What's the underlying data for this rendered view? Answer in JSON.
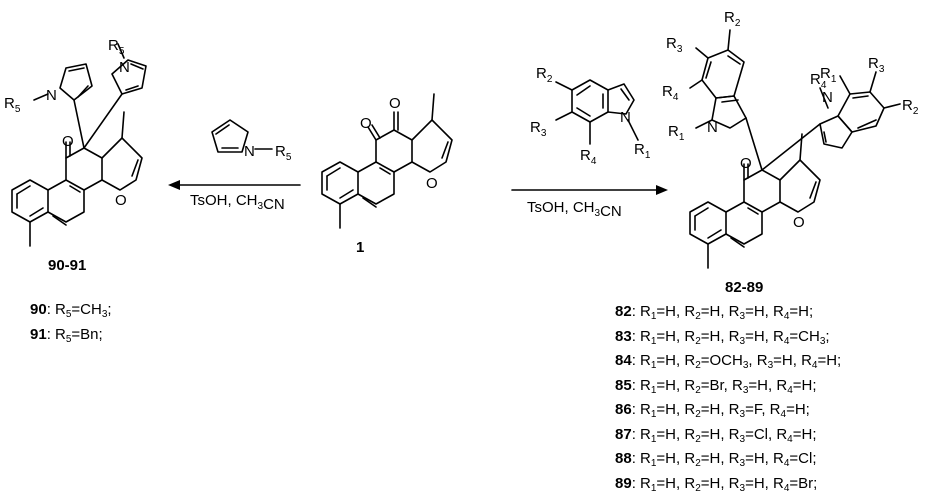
{
  "labels": {
    "starting_compound": "1",
    "left_product": "90-91",
    "right_product": "82-89",
    "left_conditions": "TsOH, CH3CN",
    "right_conditions": "TsOH, CH3CN"
  },
  "left_substituents": [
    {
      "cmpd": "90",
      "desc": "R5=CH3;"
    },
    {
      "cmpd": "91",
      "desc": "R5=Bn;"
    }
  ],
  "right_substituents": [
    {
      "cmpd": "82",
      "desc": "R1=H, R2=H, R3=H, R4=H;"
    },
    {
      "cmpd": "83",
      "desc": "R1=H, R2=H, R3=H, R4=CH3;"
    },
    {
      "cmpd": "84",
      "desc": "R1=H, R2=OCH3, R3=H, R4=H;"
    },
    {
      "cmpd": "85",
      "desc": "R1=H, R2=Br, R3=H, R4=H;"
    },
    {
      "cmpd": "86",
      "desc": "R1=H, R2=H, R3=F, R4=H;"
    },
    {
      "cmpd": "87",
      "desc": "R1=H, R2=H, R3=Cl, R4=H;"
    },
    {
      "cmpd": "88",
      "desc": "R1=H, R2=H, R3=H, R4=Cl;"
    },
    {
      "cmpd": "89",
      "desc": "R1=H, R2=H, R3=H, R4=Br;"
    }
  ],
  "atoms": {
    "O": "O",
    "N": "N",
    "R1": "R1",
    "R2": "R2",
    "R3": "R3",
    "R4": "R4",
    "R5": "R5"
  }
}
